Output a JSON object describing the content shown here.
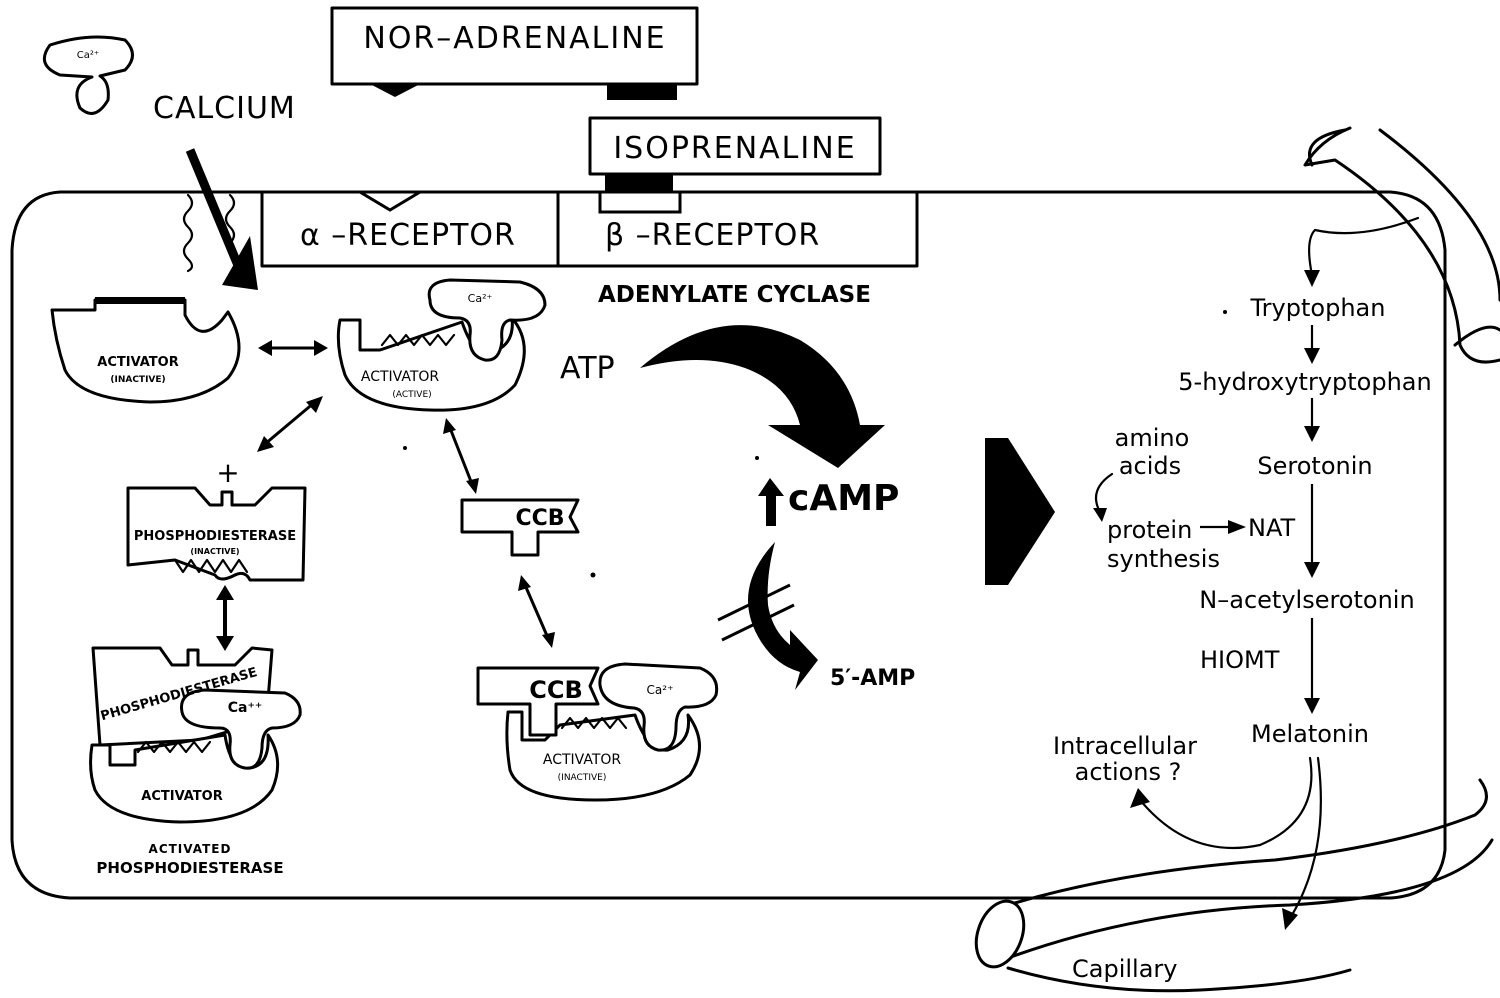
{
  "ligands": {
    "noradrenaline": "NOR–ADRENALINE",
    "isoprenaline": "ISOPRENALINE",
    "calcium": "CALCIUM",
    "ca_ion": "Ca²⁺"
  },
  "receptors": {
    "alpha": "α –RECEPTOR",
    "beta": "β –RECEPTOR",
    "adenylate_cyclase": "ADENYLATE CYCLASE"
  },
  "activators": {
    "inactive_label": "ACTIVATOR",
    "inactive_state": "(INACTIVE)",
    "active_label": "ACTIVATOR",
    "active_state": "(ACTIVE)",
    "ca_active": "Ca²⁺",
    "ccb_activator_label": "ACTIVATOR",
    "ccb_activator_state": "(INACTIVE)",
    "ccb_complex_ca": "Ca²⁺"
  },
  "phosphodiesterase": {
    "plus": "+",
    "inactive_label": "PHOSPHODIESTERASE",
    "inactive_state": "(INACTIVE)",
    "complex_label": "PHOSPHODIESTERASE",
    "complex_ca": "Ca⁺⁺",
    "complex_activator": "ACTIVATOR",
    "caption_line1": "ACTIVATED",
    "caption_line2": "PHOSPHODIESTERASE"
  },
  "ccb": {
    "free_label": "CCB",
    "complex_label": "CCB"
  },
  "camp_pathway": {
    "atp": "ATP",
    "camp": "cAMP",
    "amp": "5′-AMP"
  },
  "melatonin_pathway": {
    "tryptophan": "Tryptophan",
    "hydroxytryptophan": "5-hydroxytryptophan",
    "serotonin": "Serotonin",
    "amino_acids_line1": "amino",
    "amino_acids_line2": "acids",
    "protein_line1": "protein",
    "protein_line2": "synthesis",
    "nat": "NAT",
    "n_acetylserotonin": "N–acetylserotonin",
    "hiomt": "HIOMT",
    "melatonin": "Melatonin",
    "intracellular_line1": "Intracellular",
    "intracellular_line2": "actions ?",
    "capillary": "Capillary"
  }
}
